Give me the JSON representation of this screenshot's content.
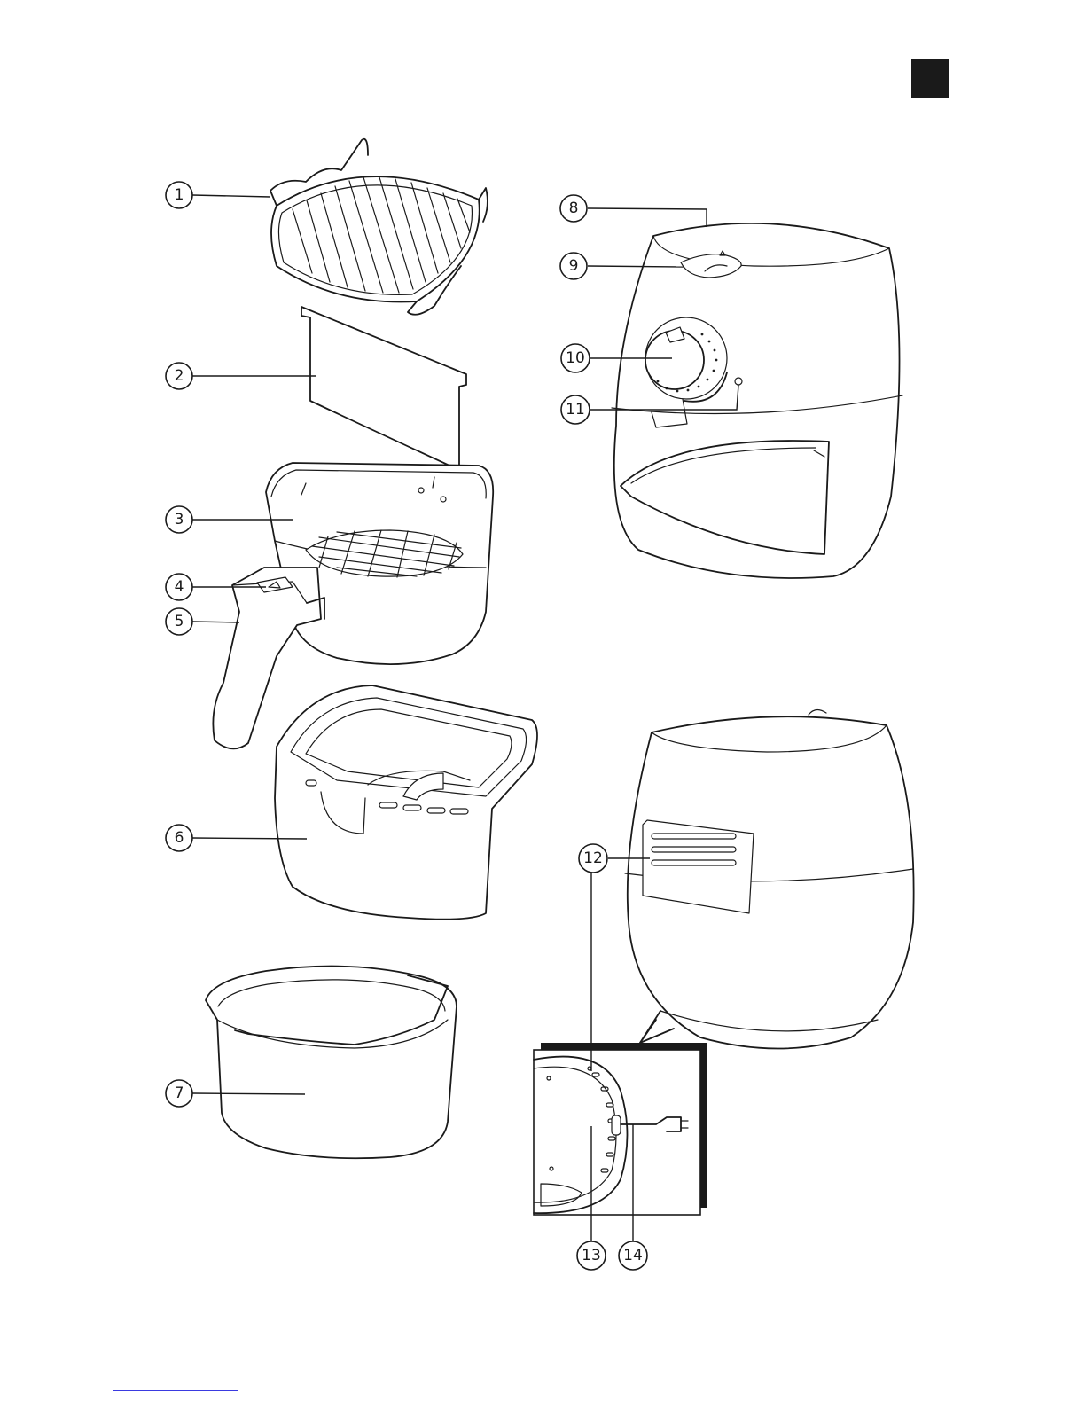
{
  "colors": {
    "ink": "#1a1a1a",
    "page_tab": "#1a1a1a",
    "paper": "#ffffff",
    "link": "#3a3ae0"
  },
  "parts": [
    {
      "number": "1",
      "part": "grill-rack"
    },
    {
      "number": "2",
      "part": "separator"
    },
    {
      "number": "3",
      "part": "basket"
    },
    {
      "number": "4",
      "part": "basket-release-button"
    },
    {
      "number": "5",
      "part": "basket-handle"
    },
    {
      "number": "6",
      "part": "pan"
    },
    {
      "number": "7",
      "part": "baking-tray"
    },
    {
      "number": "8",
      "part": "air-inlet"
    },
    {
      "number": "9",
      "part": "power-button"
    },
    {
      "number": "10",
      "part": "temperature-timer-knob"
    },
    {
      "number": "11",
      "part": "heating-up-light"
    },
    {
      "number": "12",
      "part": "air-outlet-openings"
    },
    {
      "number": "13",
      "part": "cord-storage-compartment"
    },
    {
      "number": "14",
      "part": "mains-cord"
    }
  ]
}
